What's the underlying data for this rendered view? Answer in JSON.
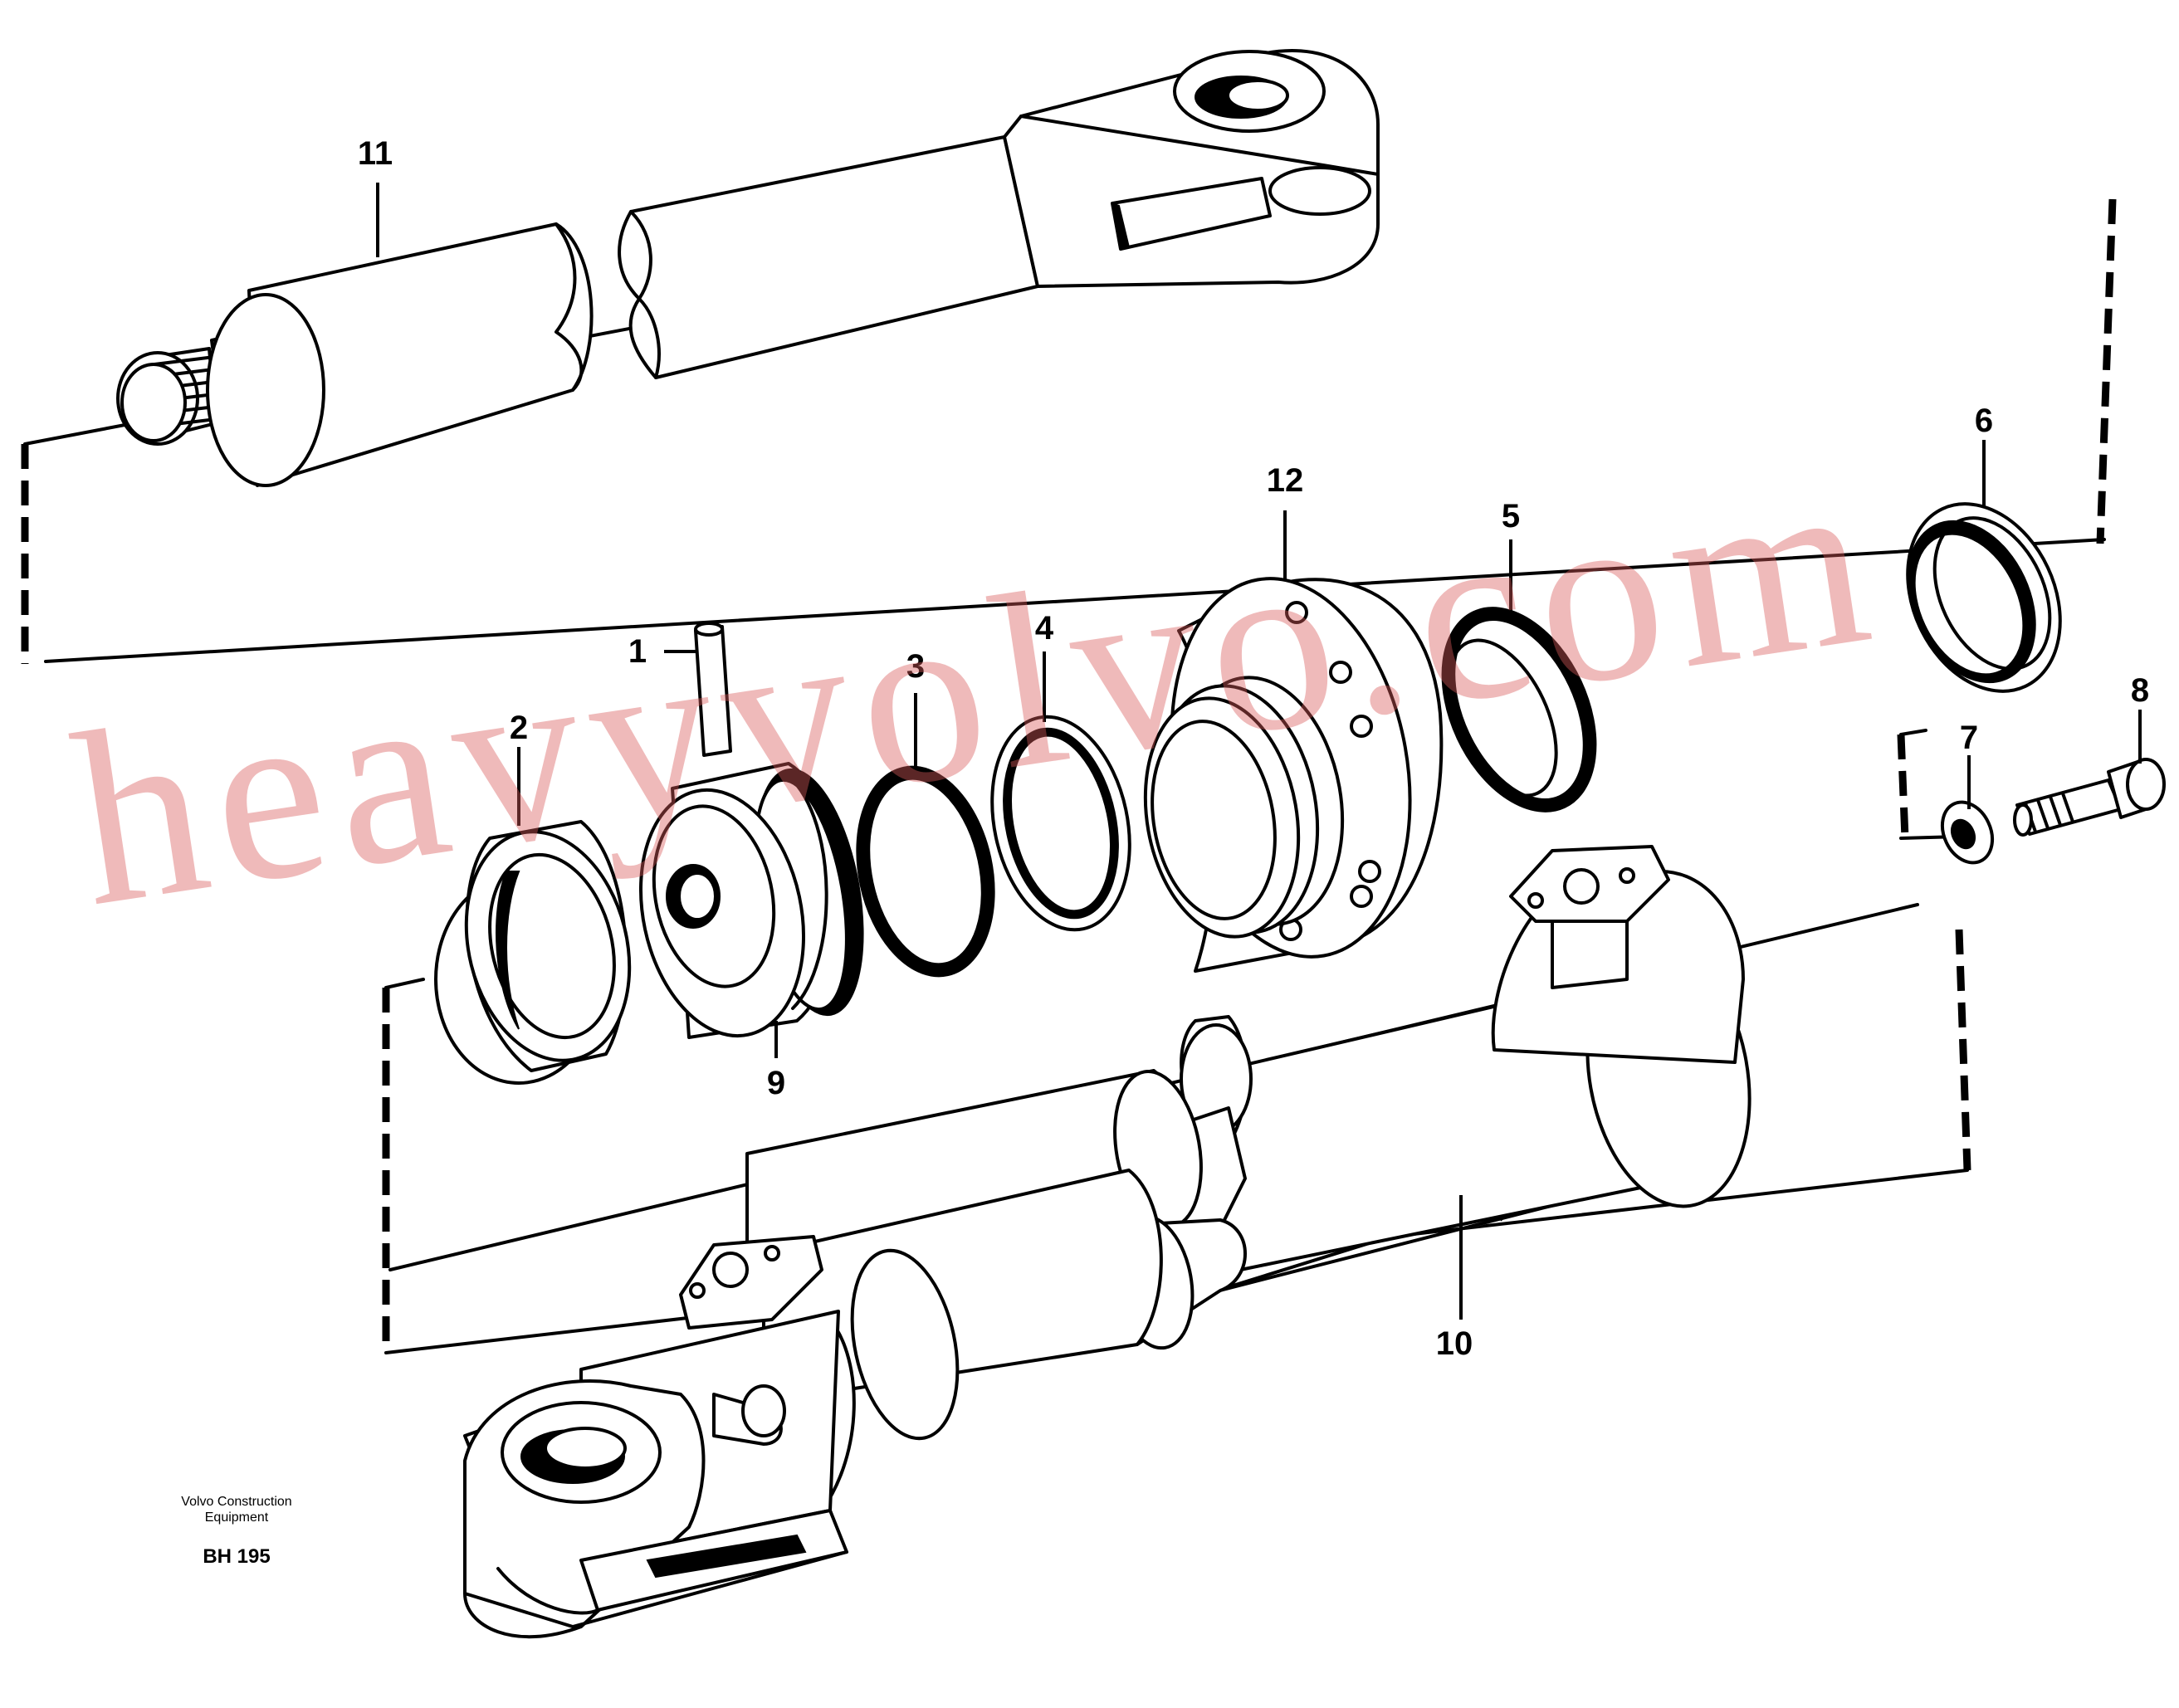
{
  "diagram": {
    "title": "",
    "callouts": [
      {
        "id": "1",
        "label": "1"
      },
      {
        "id": "2",
        "label": "2"
      },
      {
        "id": "3",
        "label": "3"
      },
      {
        "id": "4",
        "label": "4"
      },
      {
        "id": "5",
        "label": "5"
      },
      {
        "id": "6",
        "label": "6"
      },
      {
        "id": "7",
        "label": "7"
      },
      {
        "id": "8",
        "label": "8"
      },
      {
        "id": "9",
        "label": "9"
      },
      {
        "id": "10",
        "label": "10"
      },
      {
        "id": "11",
        "label": "11"
      },
      {
        "id": "12",
        "label": "12"
      }
    ]
  },
  "footer": {
    "manufacturer_line1": "Volvo Construction",
    "manufacturer_line2": "Equipment",
    "drawing_code": "BH 195"
  },
  "watermark": {
    "text": "heavyvolvo.com",
    "color": "#d85a5a"
  }
}
